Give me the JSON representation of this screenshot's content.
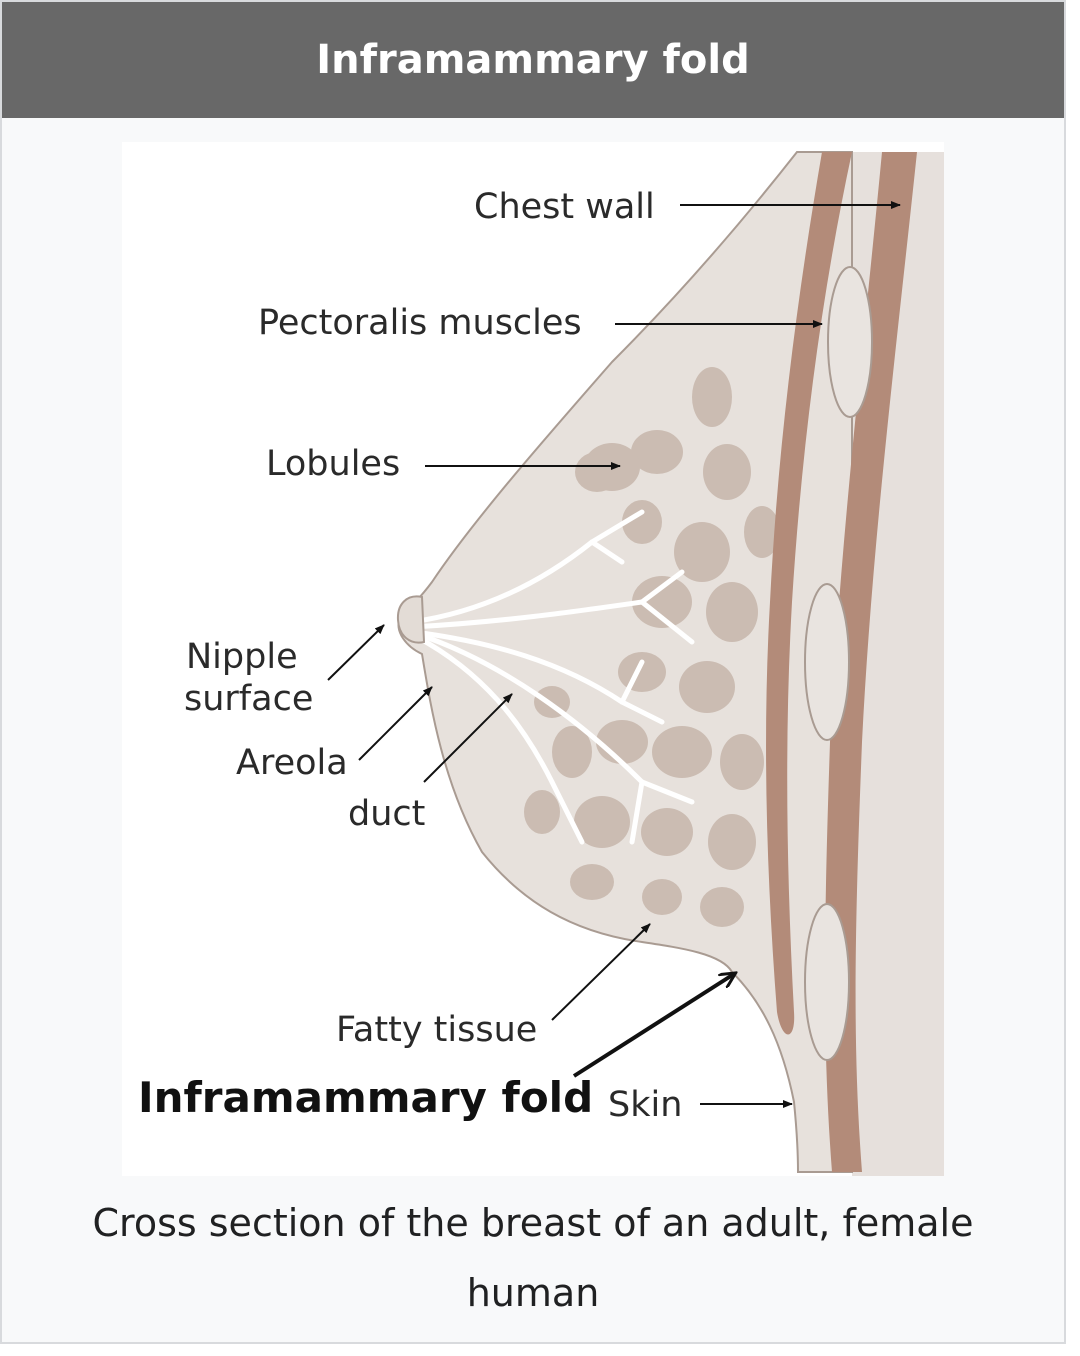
{
  "header": {
    "title": "Inframammary fold"
  },
  "figure": {
    "labels": {
      "chest_wall": "Chest wall",
      "pectoralis": "Pectoralis muscles",
      "lobules": "Lobules",
      "nipple_line1": "Nipple",
      "nipple_line2": "surface",
      "areola": "Areola",
      "duct": "duct",
      "fatty_tissue": "Fatty tissue",
      "inframammary_fold": "Inframammary fold",
      "skin": "Skin"
    },
    "colors": {
      "tissue": "#e7e1dc",
      "lobule": "#cbbcb2",
      "muscle": "#b38b79",
      "rib": "#e9e4e0",
      "outline": "#a99b92"
    }
  },
  "caption": {
    "text": "Cross section of the breast of an adult, female human"
  }
}
